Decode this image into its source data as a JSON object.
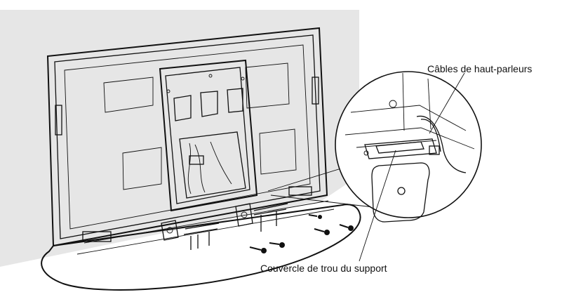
{
  "callouts": {
    "speaker_cables": "Câbles de haut-parleurs",
    "stand_hole_cover": "Couvercle de trou du support"
  },
  "colors": {
    "wall": "#e6e6e6",
    "line": "#111111",
    "fill": "#ffffff"
  },
  "icons": [
    "screw-icon",
    "stand-bracket-icon",
    "magnifier-circle"
  ]
}
